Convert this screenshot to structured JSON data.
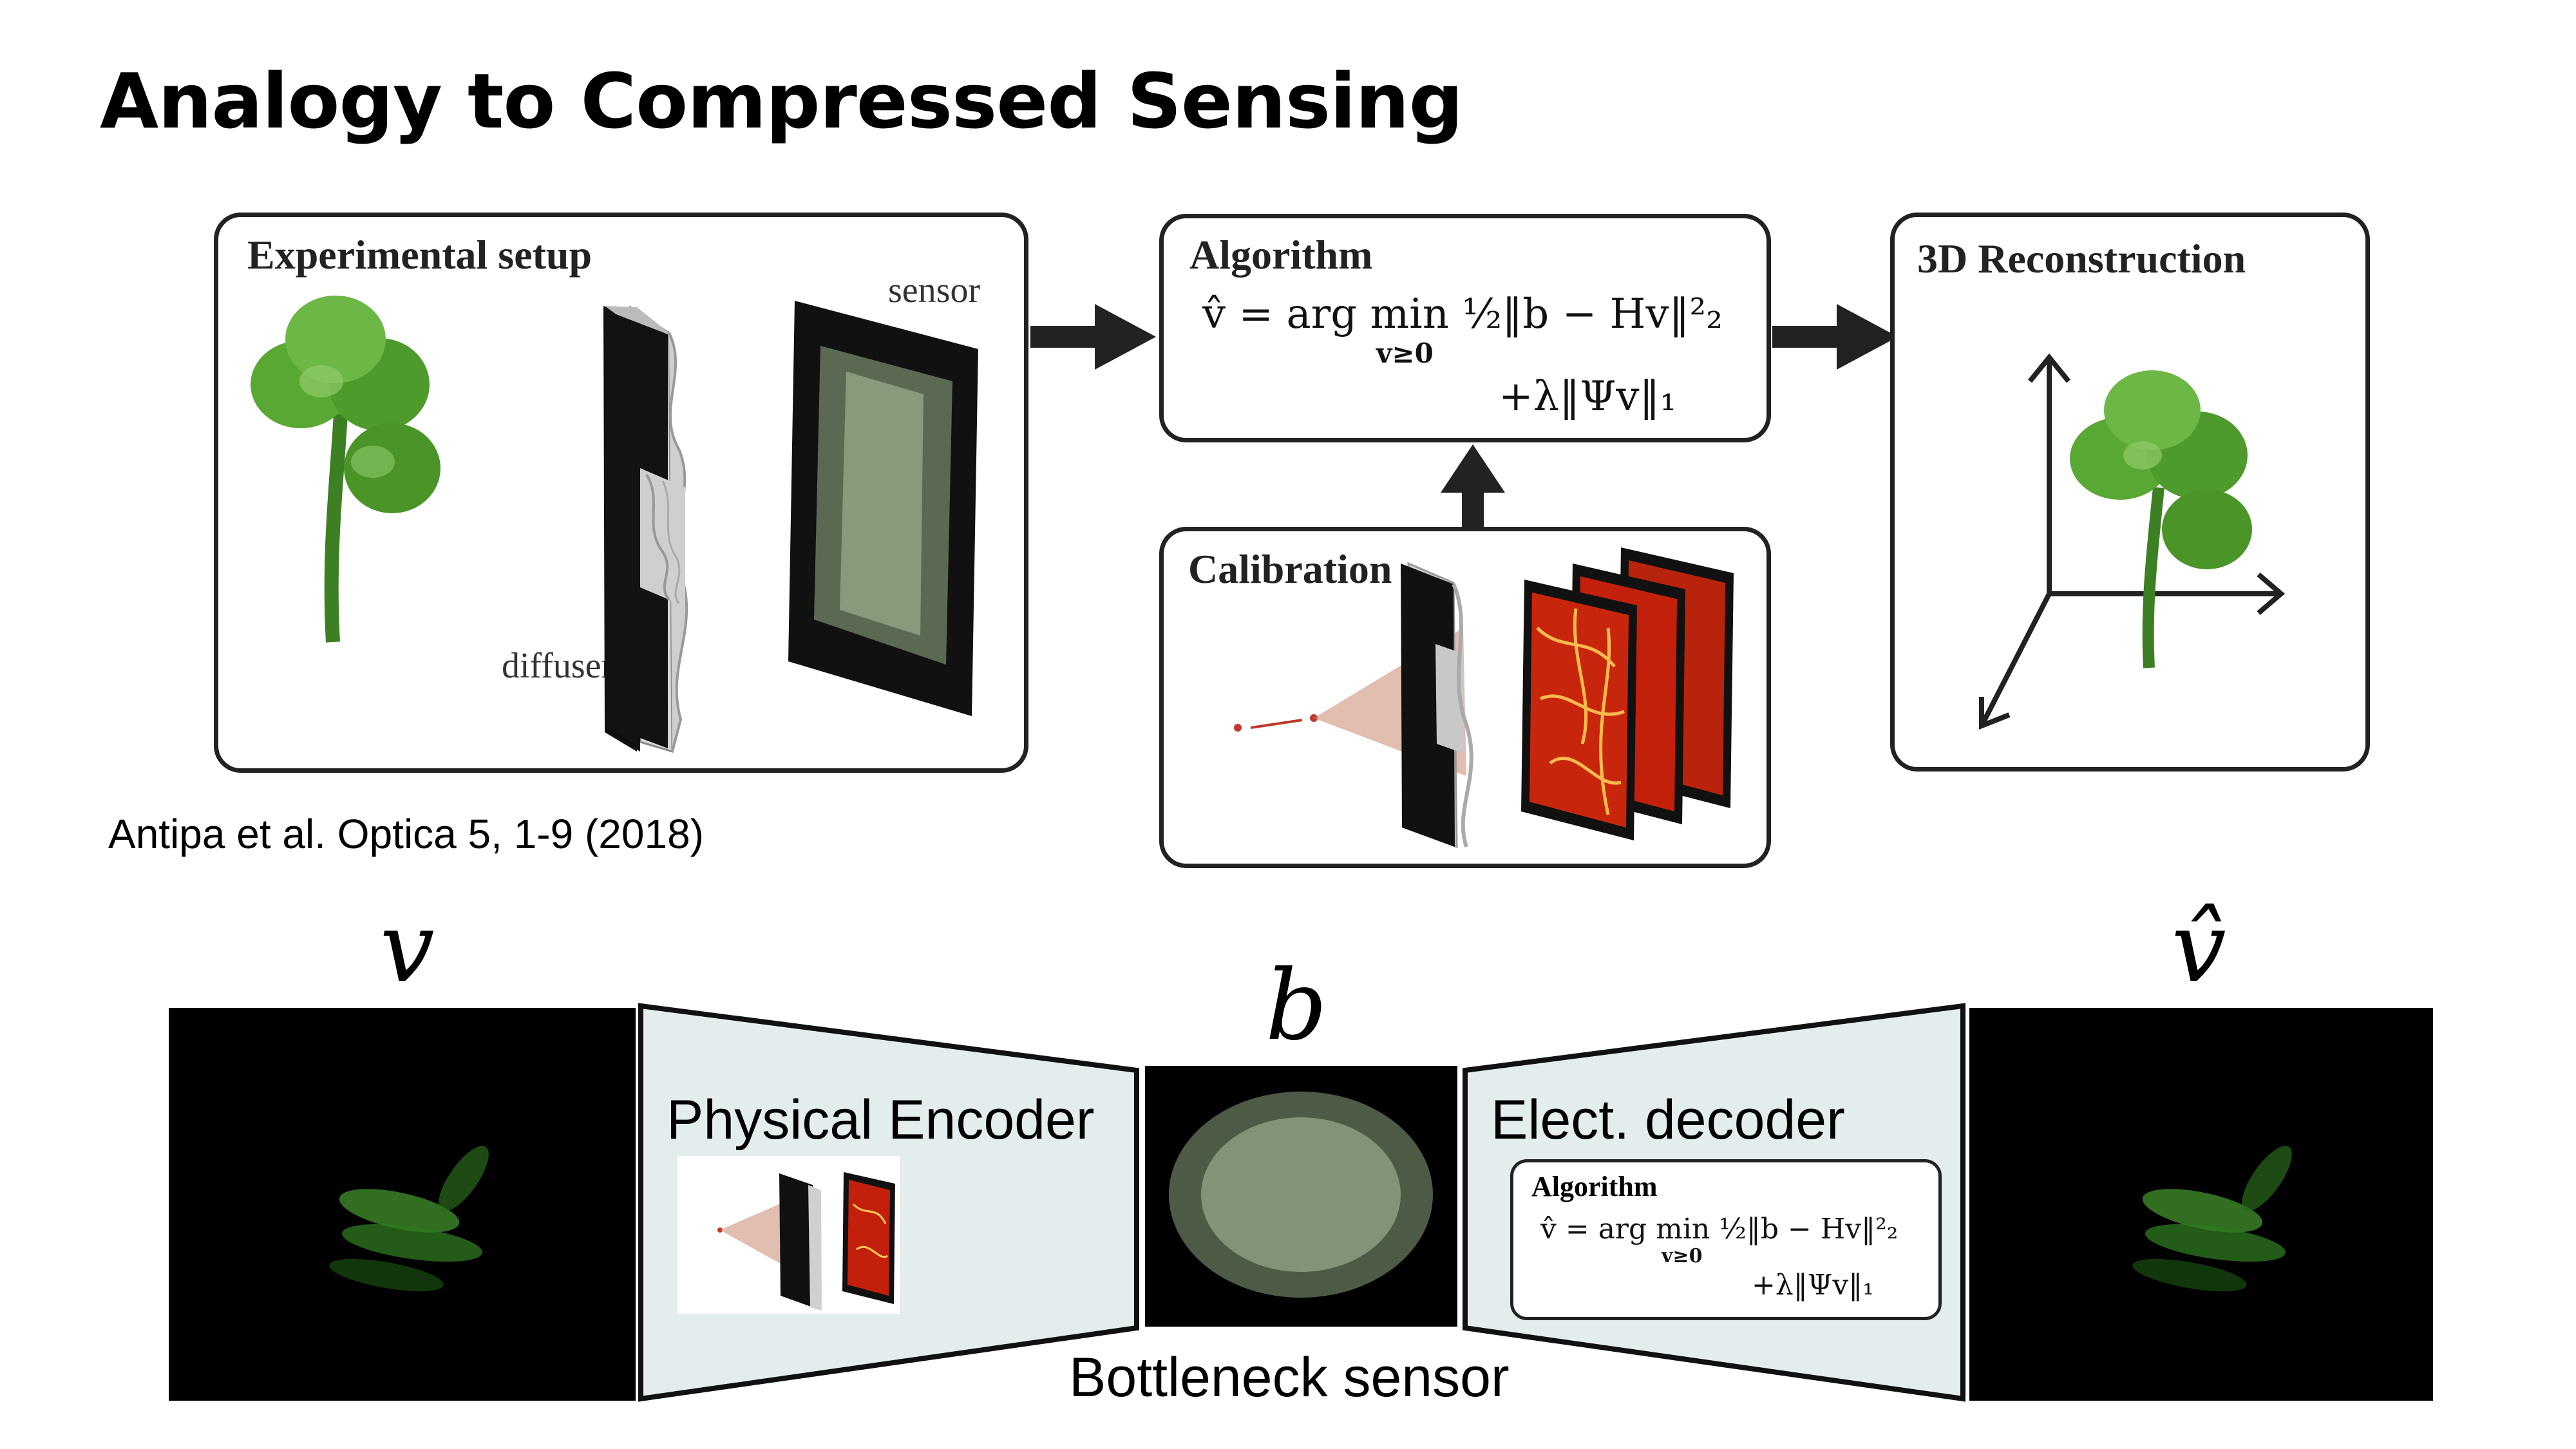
{
  "slide": {
    "title": "Analogy to Compressed Sensing",
    "citation": "Antipa et al. Optica 5, 1-9 (2018)"
  },
  "setup": {
    "heading": "Experimental setup",
    "sensor_label": "sensor",
    "diffuser_label": "diffuser"
  },
  "algorithm": {
    "heading": "Algorithm",
    "eq_line1": "v̂ = arg min ½‖b − Hv‖²₂",
    "eq_sub": "v≥0",
    "eq_line2": "+λ‖Ψv‖₁"
  },
  "calibration": {
    "heading": "Calibration"
  },
  "reconstruction": {
    "heading": "3D Reconstruction"
  },
  "pipeline": {
    "input_symbol": "v",
    "measurement_symbol": "b",
    "output_symbol": "v̂",
    "encoder_label": "Physical Encoder",
    "decoder_label": "Elect. decoder",
    "bottleneck_label": "Bottleneck sensor",
    "decoder_algorithm_heading": "Algorithm"
  },
  "colors": {
    "leaf_green": "#4f9a2c",
    "panel_fill": "#e4eded",
    "caustic_red": "#c2200a",
    "arrow": "#222222"
  }
}
